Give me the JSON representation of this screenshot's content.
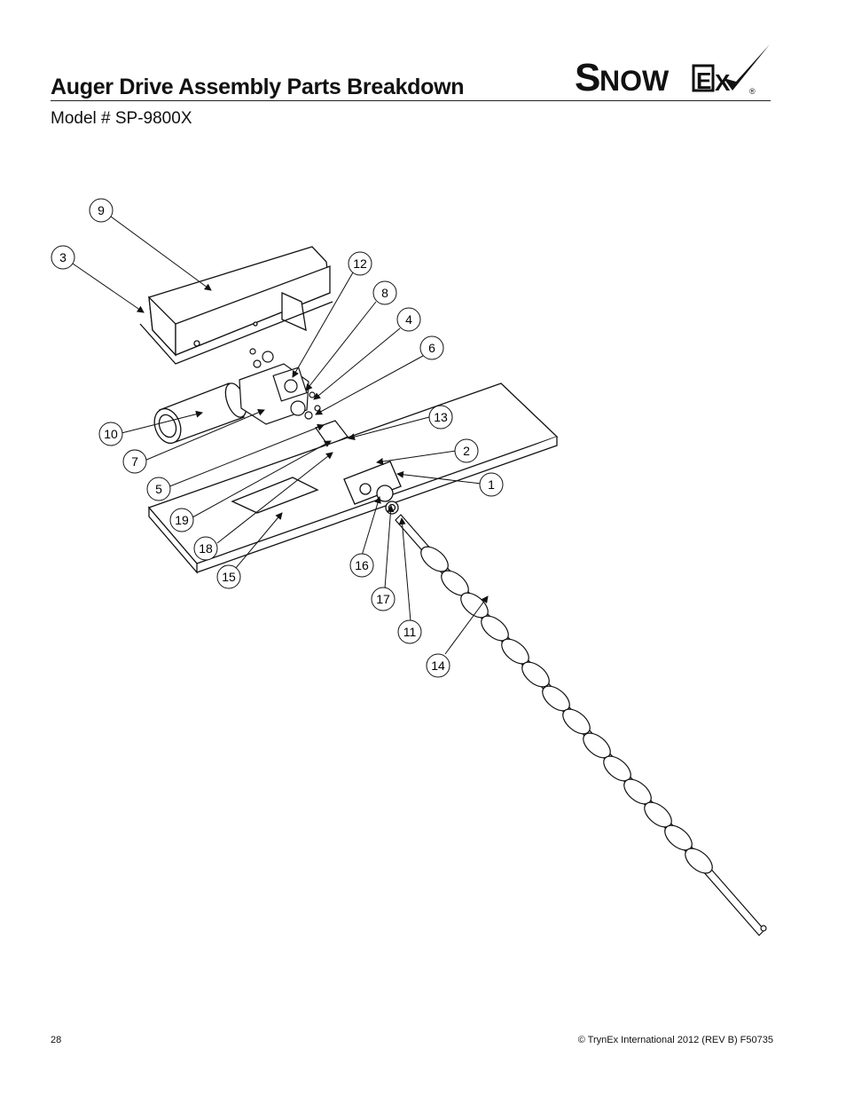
{
  "header": {
    "title": "Auger Drive Assembly Parts Breakdown",
    "subtitle": "Model # SP-9800X",
    "logo_text": "SnowEx"
  },
  "callouts": [
    {
      "label": "9"
    },
    {
      "label": "3"
    },
    {
      "label": "12"
    },
    {
      "label": "8"
    },
    {
      "label": "4"
    },
    {
      "label": "6"
    },
    {
      "label": "10"
    },
    {
      "label": "13"
    },
    {
      "label": "7"
    },
    {
      "label": "2"
    },
    {
      "label": "1"
    },
    {
      "label": "5"
    },
    {
      "label": "19"
    },
    {
      "label": "18"
    },
    {
      "label": "16"
    },
    {
      "label": "15"
    },
    {
      "label": "17"
    },
    {
      "label": "11"
    },
    {
      "label": "14"
    }
  ],
  "footer": {
    "page_number": "28",
    "copyright": "© TrynEx International 2012  (REV B) F50735"
  }
}
